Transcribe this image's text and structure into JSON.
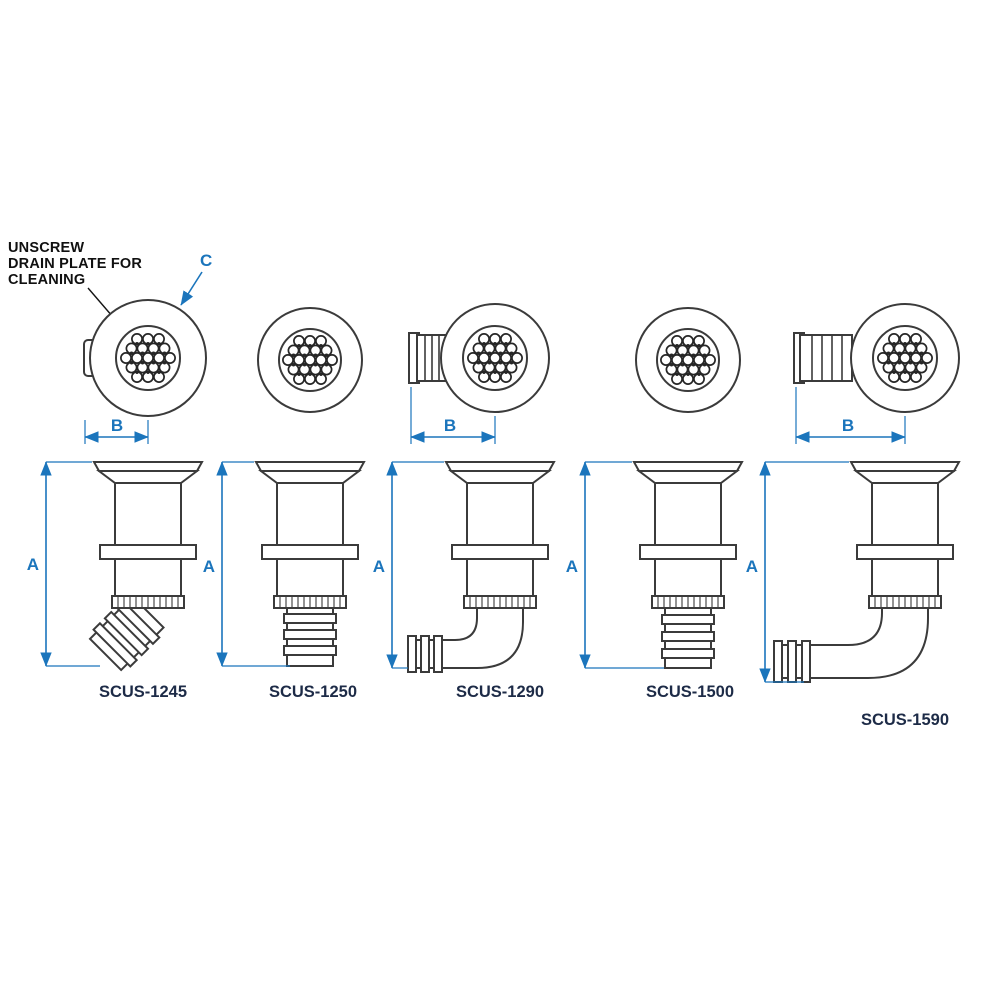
{
  "note": {
    "line1": "UNSCREW",
    "line2": "DRAIN PLATE FOR",
    "line3": "CLEANING"
  },
  "dims": {
    "a": "A",
    "b": "B",
    "c": "C"
  },
  "models": [
    "SCUS-1245",
    "SCUS-1250",
    "SCUS-1290",
    "SCUS-1500",
    "SCUS-1590"
  ],
  "colors": {
    "outline": "#3b3b3b",
    "dimension": "#1b75bc",
    "model_label": "#1d2b47",
    "note_text": "#101010"
  }
}
